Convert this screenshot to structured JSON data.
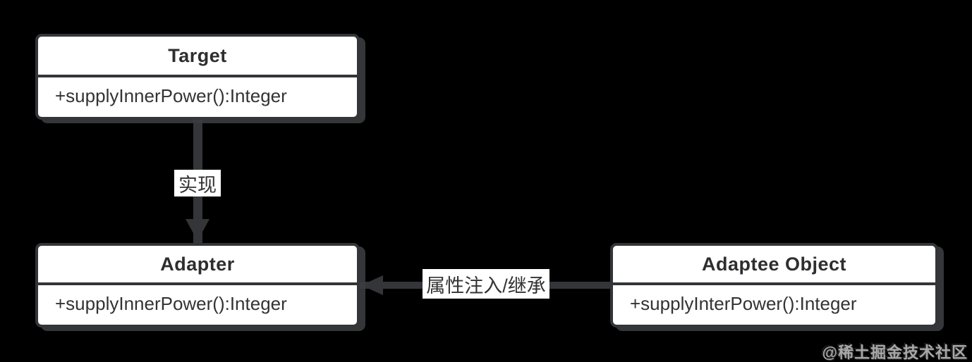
{
  "diagram": {
    "nodes": {
      "target": {
        "title": "Target",
        "attribute": "+supplyInnerPower():Integer"
      },
      "adapter": {
        "title": "Adapter",
        "attribute": "+supplyInnerPower():Integer"
      },
      "adaptee": {
        "title": "Adaptee Object",
        "attribute": "+supplyInterPower():Integer"
      }
    },
    "edges": {
      "implements": {
        "label": "实现"
      },
      "injection": {
        "label": "属性注入/继承"
      }
    },
    "colors": {
      "background": "#000000",
      "box_fill": "#ffffff",
      "stroke": "#333538",
      "text": "#333333",
      "watermark": "#a8a8a8"
    }
  },
  "watermark": {
    "text": "@稀土掘金技术社区"
  }
}
